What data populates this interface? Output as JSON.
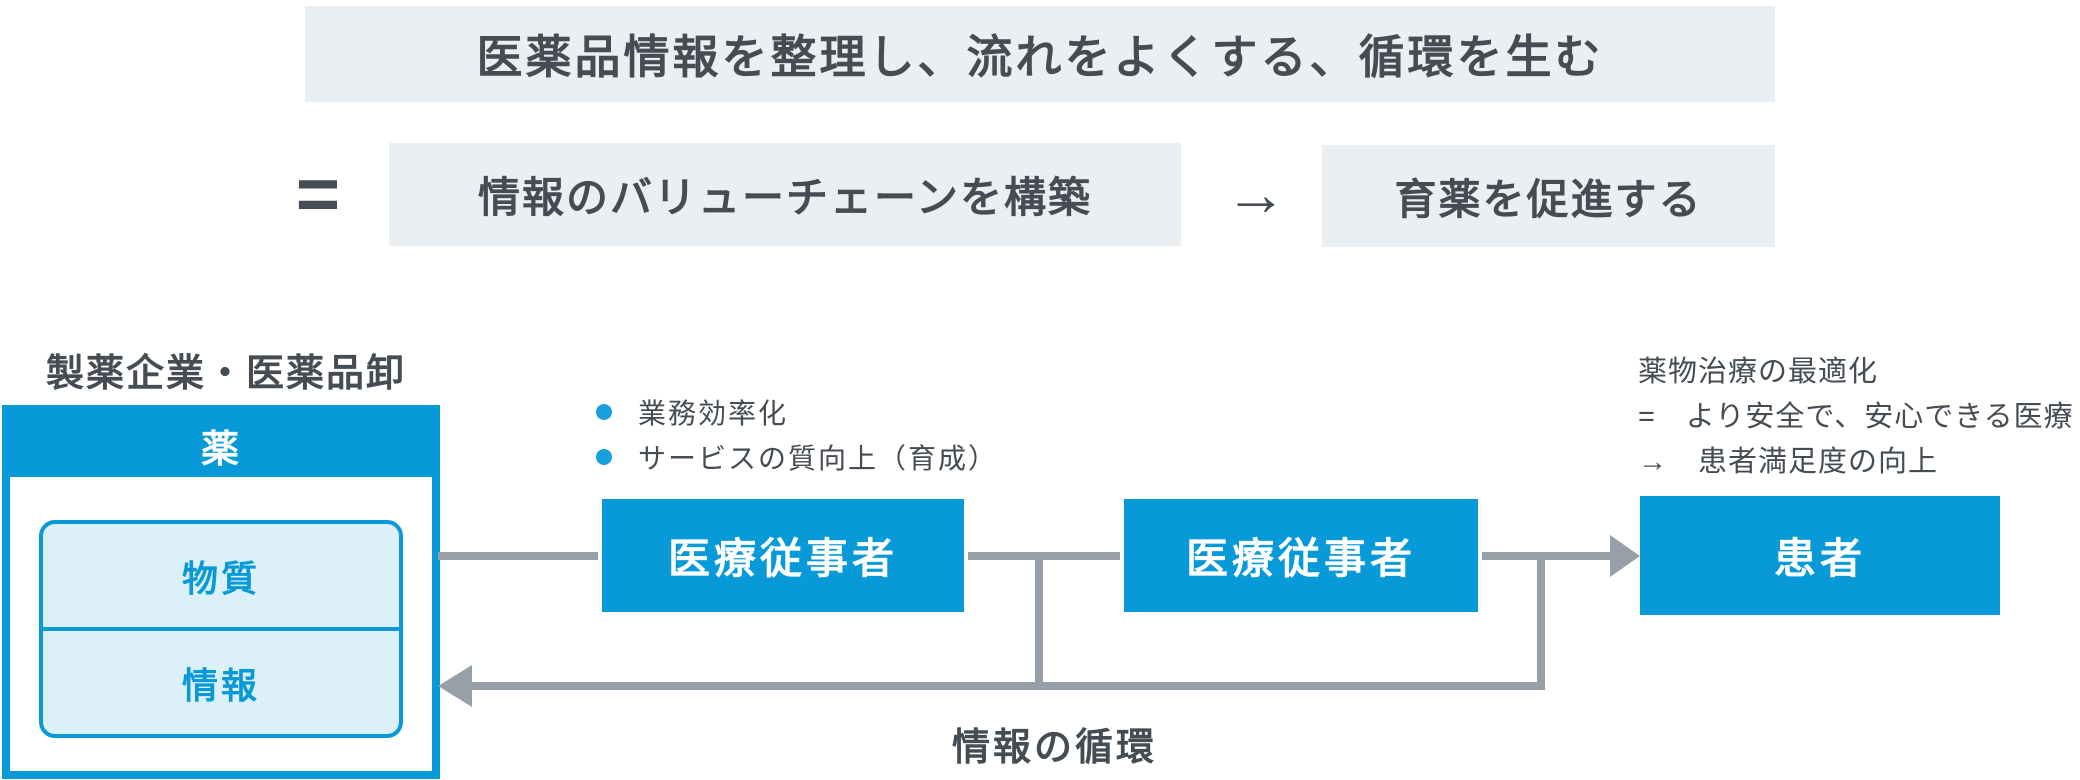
{
  "colors": {
    "accent_blue": "#089ad8",
    "light_blue_fill": "#dcf0fa",
    "panel_gray": "#eceff1",
    "connector_gray": "#97a0a8",
    "text_dark": "#454c53"
  },
  "banner": {
    "title": "医薬品情報を整理し、流れをよくする、循環を生む"
  },
  "equation": {
    "equals": "=",
    "value_chain": "情報のバリューチェーンを構築",
    "arrow": "→",
    "result": "育薬を促進する"
  },
  "supplier": {
    "label": "製薬企業・医薬品卸",
    "drug_title": "薬",
    "components": [
      "物質",
      "情報"
    ]
  },
  "benefits": [
    "業務効率化",
    "サービスの質向上（育成）"
  ],
  "flow": {
    "worker1": "医療従事者",
    "worker2": "医療従事者",
    "patient": "患者",
    "cycle_label": "情報の循環"
  },
  "outcome": {
    "lines": [
      "薬物治療の最適化",
      "=　より安全で、安心できる医療",
      "→　患者満足度の向上"
    ]
  }
}
